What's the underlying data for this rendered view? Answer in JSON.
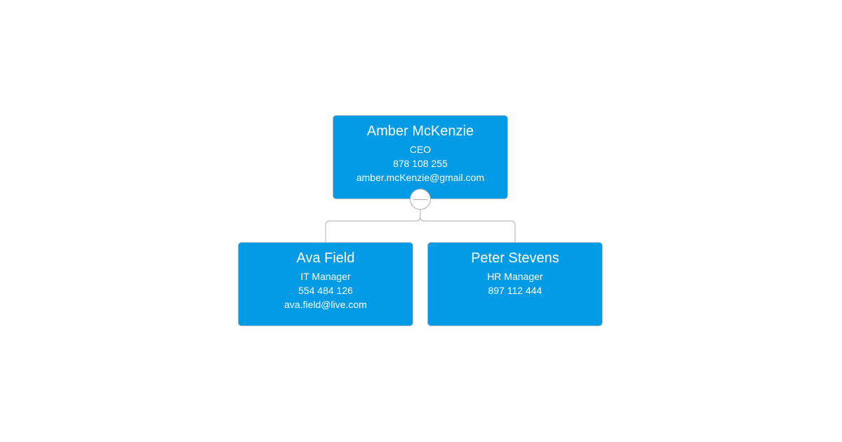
{
  "orgchart": {
    "nodes": [
      {
        "name": "Amber McKenzie",
        "title": "CEO",
        "phone": "878 108 255",
        "email": "amber.mcKenzie@gmail.com"
      },
      {
        "name": "Ava Field",
        "title": "IT Manager",
        "phone": "554 484 126",
        "email": "ava.field@live.com"
      },
      {
        "name": "Peter Stevens",
        "title": "HR Manager",
        "phone": "897 112 444",
        "email": ""
      }
    ],
    "colors": {
      "node_fill": "#039be5",
      "node_text": "#ffffff",
      "link": "#aeaeae"
    },
    "collapse_button_icon": "minus-icon"
  }
}
